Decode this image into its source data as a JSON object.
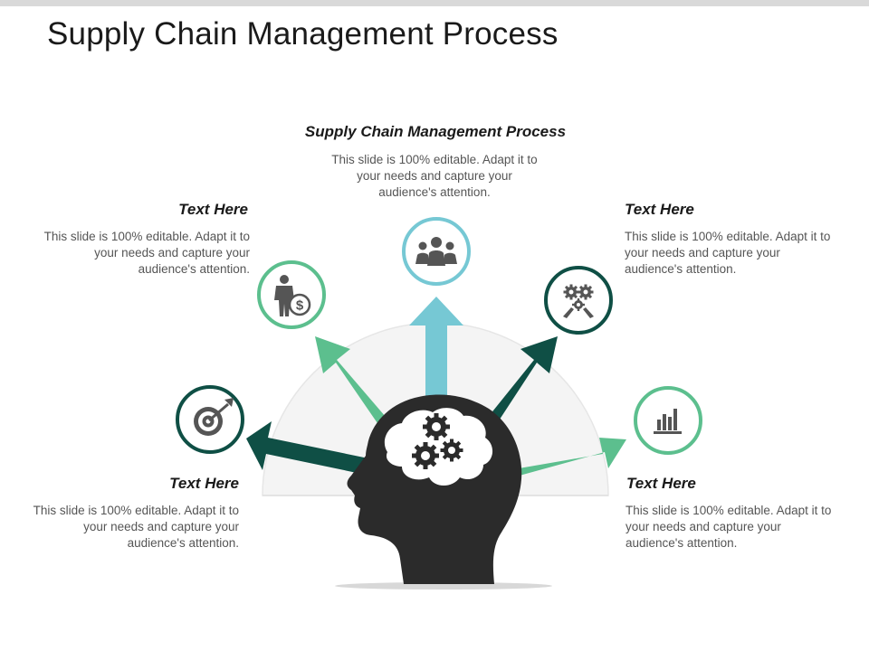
{
  "slide": {
    "title": "Supply Chain Management Process"
  },
  "blocks": {
    "top": {
      "heading": "Supply Chain Management Process",
      "body": "This slide is 100% editable. Adapt it to your needs and capture your audience's attention."
    },
    "upper_left": {
      "heading": "Text Here",
      "body": "This slide is 100% editable. Adapt it to your needs and capture your audience's attention."
    },
    "upper_right": {
      "heading": "Text Here",
      "body": "This slide is 100% editable. Adapt it to your needs and capture your audience's attention."
    },
    "lower_left": {
      "heading": "Text Here",
      "body": "This slide is 100% editable. Adapt it to your needs and capture your audience's attention."
    },
    "lower_right": {
      "heading": "Text Here",
      "body": "This slide is 100% editable. Adapt it to your needs and capture your audience's attention."
    }
  },
  "nodes": [
    {
      "id": "target",
      "icon": "target-icon",
      "color": "#0f4f45"
    },
    {
      "id": "businessman",
      "icon": "businessman-dollar-icon",
      "color": "#5cbf8e"
    },
    {
      "id": "team",
      "icon": "team-icon",
      "color": "#76c8d4"
    },
    {
      "id": "gears-hands",
      "icon": "gears-hands-icon",
      "color": "#0f4f45"
    },
    {
      "id": "bar-chart",
      "icon": "bar-chart-icon",
      "color": "#5cbf8e"
    }
  ],
  "colors": {
    "dark_green": "#0f4f45",
    "mid_green": "#5cbf8e",
    "light_teal": "#76c8d4",
    "head": "#2b2b2b",
    "arc": "#f4f4f4"
  }
}
